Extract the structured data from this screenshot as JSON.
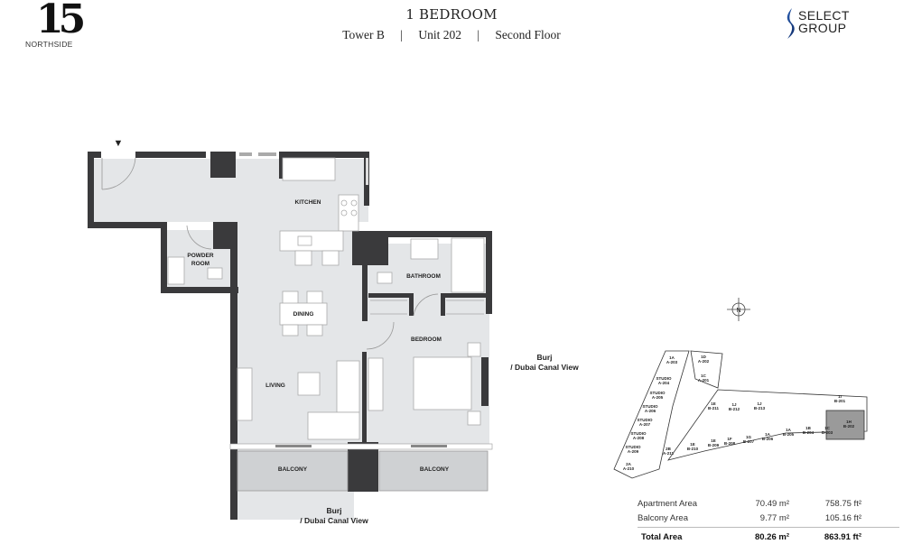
{
  "header": {
    "logo_number": "15",
    "logo_text": "NORTHSIDE",
    "title": "1 BEDROOM",
    "tower": "Tower B",
    "unit": "Unit 202",
    "floor": "Second Floor",
    "separator": "|",
    "developer_logo_line1": "SELECT",
    "developer_logo_line2": "GROUP"
  },
  "floor_plan": {
    "rooms": {
      "kitchen": "KITCHEN",
      "powder_room_1": "POWDER",
      "powder_room_2": "ROOM",
      "dining": "DINING",
      "living": "LIVING",
      "bathroom": "BATHROOM",
      "bedroom": "BEDROOM",
      "balcony_left": "BALCONY",
      "balcony_right": "BALCONY"
    },
    "view_right_line1": "Burj",
    "view_right_line2": "/ Dubai Canal View",
    "view_bottom_line1": "Burj",
    "view_bottom_line2": "/ Dubai Canal View",
    "entry_marker": "▼"
  },
  "compass": {
    "label": "N"
  },
  "keyplan": {
    "highlight_color": "#9a9a9a",
    "units_a": [
      {
        "type": "1A",
        "id": "A-203"
      },
      {
        "type": "1D",
        "id": "A-202"
      },
      {
        "type": "1C",
        "id": "A-201"
      },
      {
        "type": "STUDIO",
        "id": "A-204"
      },
      {
        "type": "STUDIO",
        "id": "A-205"
      },
      {
        "type": "STUDIO",
        "id": "A-206"
      },
      {
        "type": "STUDIO",
        "id": "A-207"
      },
      {
        "type": "STUDIO",
        "id": "A-208"
      },
      {
        "type": "STUDIO",
        "id": "A-209"
      },
      {
        "type": "2A",
        "id": "A-210"
      },
      {
        "type": "2B",
        "id": "A-211"
      }
    ],
    "units_b": [
      {
        "type": "1E",
        "id": "B-211"
      },
      {
        "type": "1J",
        "id": "B-212"
      },
      {
        "type": "1J",
        "id": "B-213"
      },
      {
        "type": "1I",
        "id": "B-201"
      },
      {
        "type": "1E",
        "id": "B-210"
      },
      {
        "type": "1E",
        "id": "B-209"
      },
      {
        "type": "1F",
        "id": "B-208"
      },
      {
        "type": "1G",
        "id": "B-207"
      },
      {
        "type": "1A",
        "id": "B-206"
      },
      {
        "type": "1A",
        "id": "B-205"
      },
      {
        "type": "1B",
        "id": "B-204"
      },
      {
        "type": "1C",
        "id": "B-203"
      },
      {
        "type": "1H",
        "id": "B-202",
        "highlighted": true
      }
    ]
  },
  "areas": {
    "rows": [
      {
        "label": "Apartment Area",
        "sqm": "70.49 m²",
        "sqft": "758.75 ft²"
      },
      {
        "label": "Balcony Area",
        "sqm": "9.77 m²",
        "sqft": "105.16 ft²"
      }
    ],
    "total": {
      "label": "Total Area",
      "sqm": "80.26 m²",
      "sqft": "863.91 ft²"
    }
  }
}
